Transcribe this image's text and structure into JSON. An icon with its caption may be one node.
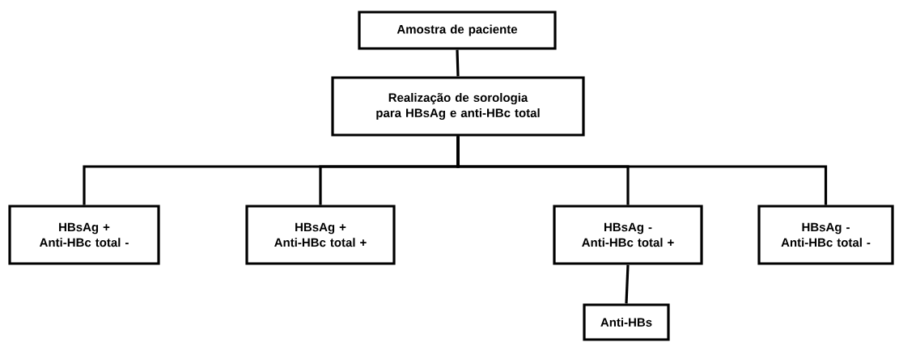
{
  "diagram": {
    "nodes": [
      {
        "text": [
          "Amostra de paciente"
        ]
      },
      {
        "text": [
          "Realização de sorologia para HBsAg e anti-HBc total"
        ]
      },
      {
        "text": [
          "HBsAg +",
          "Anti-HBc total -"
        ]
      },
      {
        "text": [
          "HBsAg +",
          "Anti-HBc total +"
        ]
      },
      {
        "text": [
          "HBsAg -",
          "Anti-HBc total +"
        ]
      },
      {
        "text": [
          "HBsAg -",
          "Anti-HBc total -"
        ]
      },
      {
        "text": [
          "Anti-HBs"
        ]
      }
    ],
    "edges": [
      {
        "from": 0,
        "to": 1,
        "arrow": "none"
      },
      {
        "from": 1,
        "to": 2,
        "arrow": "none"
      },
      {
        "from": 1,
        "to": 3,
        "arrow": "none"
      },
      {
        "from": 1,
        "to": 4,
        "arrow": "none"
      },
      {
        "from": 1,
        "to": 5,
        "arrow": "none"
      },
      {
        "from": 4,
        "to": 6,
        "arrow": "none"
      }
    ]
  }
}
